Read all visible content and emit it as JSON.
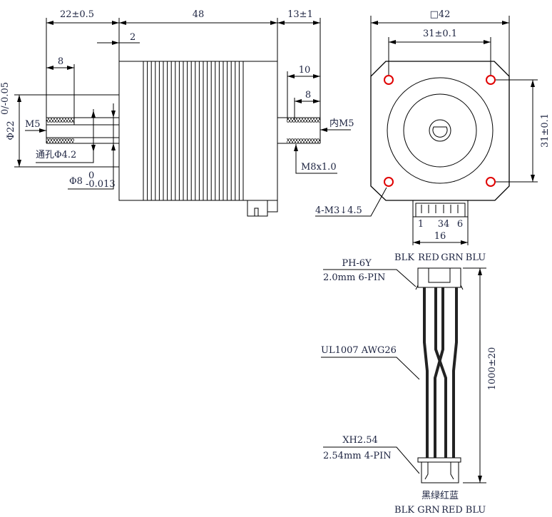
{
  "side_view": {
    "dim_front_shaft": "22±0.5",
    "dim_body": "48",
    "dim_rear_shaft": "13±1",
    "dim_boss": "2",
    "dim_thread_depth": "8",
    "dim_boss_dia": "Φ22",
    "dim_boss_dia_tol": "0/-0.05",
    "label_m5": "M5",
    "label_through_hole": "通孔Φ4.2",
    "dim_shaft_dia": "Φ8",
    "dim_shaft_tol_upper": "0",
    "dim_shaft_tol_lower": "-0.013",
    "dim_rear_10": "10",
    "dim_rear_8": "8",
    "label_inner_m5": "内M5",
    "label_m8": "M8x1.0"
  },
  "front_view": {
    "dim_square": "□42",
    "dim_hole_spacing_h": "31±0.1",
    "dim_hole_spacing_v": "31±0.1",
    "label_mount_holes": "4-M3↓4.5",
    "pin_labels": [
      "1",
      "34",
      "6"
    ],
    "dim_connector": "16",
    "colors": {
      "hole": "#e00000"
    }
  },
  "cable": {
    "top_wire_colors": [
      "BLK",
      "RED",
      "GRN",
      "BLU"
    ],
    "top_connector_model": "PH-6Y",
    "top_connector_spec": "2.0mm 6-PIN",
    "wire_spec": "UL1007 AWG26",
    "length": "1000±20",
    "bottom_connector_model": "XH2.54",
    "bottom_connector_spec": "2.54mm 4-PIN",
    "bottom_colors_cn": "黑绿红蓝",
    "bottom_wire_colors": [
      "BLK",
      "GRN",
      "RED",
      "BLU"
    ]
  }
}
